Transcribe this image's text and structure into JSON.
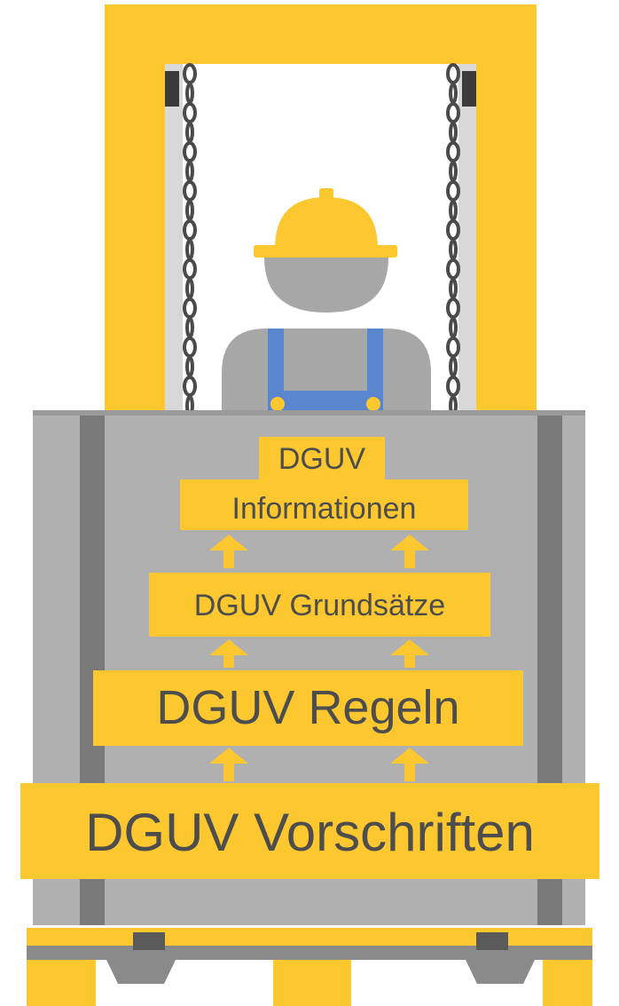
{
  "colors": {
    "yellow": "#fcc72f",
    "gray_body": "#b0b0b0",
    "gray_dark": "#7a7a7a",
    "gray_person": "#a7a7a7",
    "overall_blue": "#5a86cf",
    "text": "#4d4d4d"
  },
  "levels": {
    "informationen_line1": "DGUV",
    "informationen_line2": "Informationen",
    "grundsaetze": "DGUV Grundsätze",
    "regeln": "DGUV Regeln",
    "vorschriften": "DGUV Vorschriften"
  },
  "icons": [
    "forklift-mast-icon",
    "chain-icon",
    "worker-hardhat-icon",
    "arrow-up-icon",
    "pallet-icon"
  ]
}
